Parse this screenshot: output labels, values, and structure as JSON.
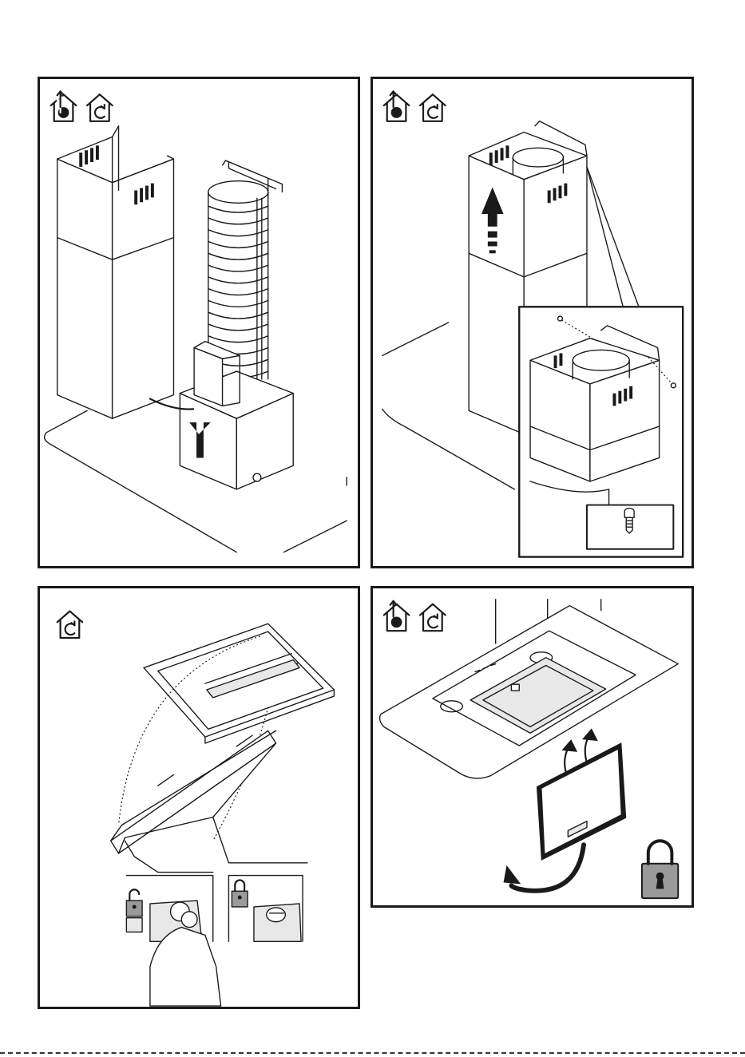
{
  "colors": {
    "line": "#1a1a1a",
    "panel_bg": "#ffffff",
    "lock_fill": "#9a9a9a",
    "grey_fill": "#e8e8e8"
  },
  "panels": [
    {
      "id": "p1",
      "icons": [
        "extraction-mode-icon",
        "recirculation-mode-icon"
      ],
      "content": "chimney-cover-and-flex-duct-installation"
    },
    {
      "id": "p2",
      "icons": [
        "extraction-mode-icon",
        "recirculation-mode-icon"
      ],
      "content": "chimney-raise-and-screw-fixing-detail"
    },
    {
      "id": "p3",
      "icons": [
        "recirculation-mode-icon"
      ],
      "content": "filter-panel-knob-lock-unlock"
    },
    {
      "id": "p4",
      "icons": [
        "extraction-mode-icon",
        "recirculation-mode-icon"
      ],
      "content": "grease-filter-insertion-and-lock"
    }
  ]
}
